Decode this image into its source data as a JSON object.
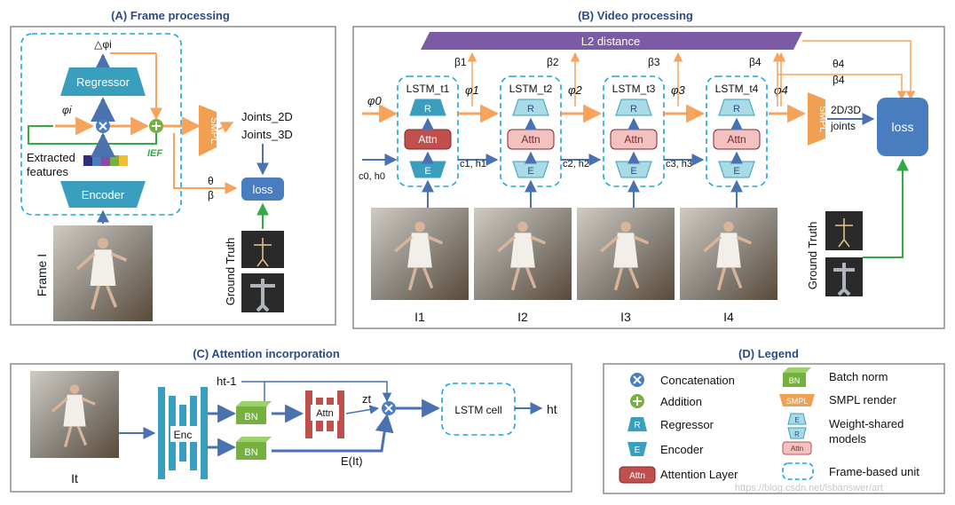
{
  "sections": {
    "a": "(A) Frame processing",
    "b": "(B) Video processing",
    "c": "(C) Attention incorporation",
    "d": "(D) Legend"
  },
  "panel_a": {
    "delta_phi": "△φi",
    "regressor": "Regressor",
    "phi": "φi",
    "ief": "IEF",
    "smpl": "SMPL",
    "joints2d": "Joints_2D",
    "joints3d": "Joints_3D",
    "extracted": "Extracted",
    "features": "features",
    "encoder": "Encoder",
    "theta": "θ",
    "beta": "β",
    "loss": "loss",
    "frame": "Frame I",
    "ground_truth": "Ground Truth"
  },
  "panel_b": {
    "l2": "L2 distance",
    "beta1": "β1",
    "beta2": "β2",
    "beta3": "β3",
    "beta4": "β4",
    "theta4": "θ4",
    "beta4b": "β4",
    "phi0": "φ0",
    "phi1": "φ1",
    "phi2": "φ2",
    "phi3": "φ3",
    "phi4": "φ4",
    "lstm": [
      "LSTM_t1",
      "LSTM_t2",
      "LSTM_t3",
      "LSTM_t4"
    ],
    "r": "R",
    "attn": "Attn",
    "e": "E",
    "c0h0": "c0, h0",
    "c1h1": "c1, h1",
    "c2h2": "c2, h2",
    "c3h3": "c3, h3",
    "smpl": "SMPL",
    "joints_line1": "2D/3D",
    "joints_line2": "joints",
    "loss": "loss",
    "ground_truth": "Ground Truth",
    "frames": [
      "I1",
      "I2",
      "I3",
      "I4"
    ]
  },
  "panel_c": {
    "enc": "Enc",
    "ht1": "ht-1",
    "bn": "BN",
    "attn": "Attn",
    "zt": "zt",
    "lstm_cell": "LSTM cell",
    "ht": "ht",
    "eit": "E(It)",
    "it": "It"
  },
  "legend": {
    "concat": "Concatenation",
    "addition": "Addition",
    "regressor": "Regressor",
    "encoder": "Encoder",
    "attention": "Attention Layer",
    "bn_icon": "BN",
    "batchnorm": "Batch norm",
    "smpl_icon": "SMPL",
    "smpl_render": "SMPL render",
    "ws_line1": "Weight-shared",
    "ws_line2": "models",
    "frame_unit": "Frame-based unit",
    "r": "R",
    "e": "E",
    "attn": "Attn",
    "watermark": "https://blog.csdn.net/lsbanswer/art"
  },
  "colors": {
    "teal": "#3a9fbf",
    "teal_light": "#a9dbe7",
    "attn_red": "#c0504d",
    "attn_light": "#f2c1c0",
    "smpl_orange": "#f0a050",
    "bn_green": "#76b041",
    "loss_blue": "#4a7cc0",
    "l2_purple": "#7b5ba6",
    "dash_blue": "#1aa7e0",
    "arrow_orange": "#f7a35c",
    "arrow_blue": "#4a72b0",
    "arrow_green": "#33aa44"
  }
}
